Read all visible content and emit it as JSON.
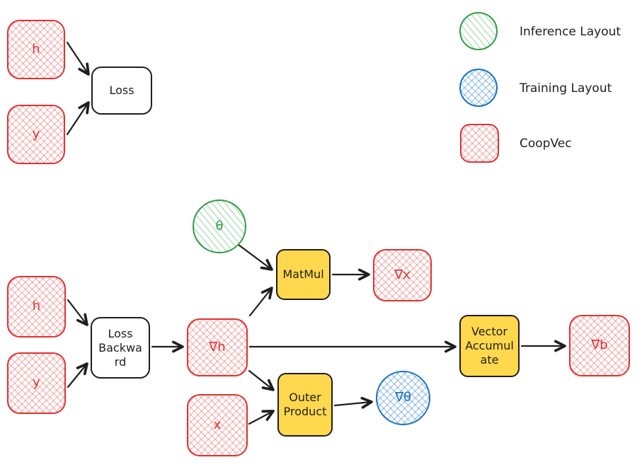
{
  "legend": {
    "inference": "Inference Layout",
    "training": "Training Layout",
    "coopvec": "CoopVec"
  },
  "nodes": {
    "top_h": "h",
    "top_y": "y",
    "top_loss": "Loss",
    "bottom_h": "h",
    "bottom_y": "y",
    "loss_backward": "Loss Backward",
    "grad_h": "∇h",
    "theta": "θ",
    "matmul": "MatMul",
    "grad_x": "∇x",
    "x": "x",
    "outer_product": "Outer Product",
    "grad_theta": "∇θ",
    "vector_accumulate": "Vector Accumulate",
    "grad_b": "∇b"
  },
  "colors": {
    "coopvec_stroke": "#e03131",
    "inference_stroke": "#2f9e44",
    "training_stroke": "#1971c2",
    "operation_fill": "#ffd84d",
    "stroke": "#1e1e1e"
  }
}
